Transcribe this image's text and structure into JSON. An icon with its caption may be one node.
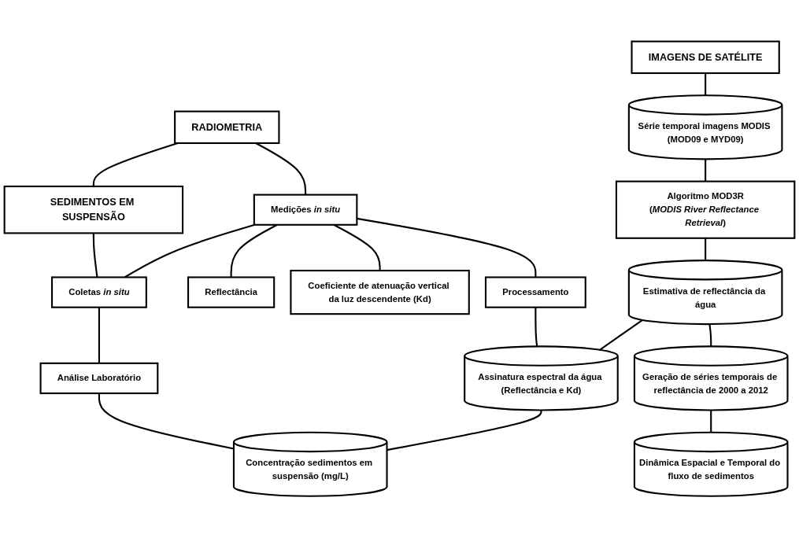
{
  "diagram": {
    "nodes": [
      {
        "text": [
          "IMAGENS DE SATÉLITE"
        ]
      },
      {
        "text": [
          "RADIOMETRIA"
        ]
      },
      {
        "text": [
          "SEDIMENTOS EM SUSPENSÃO"
        ]
      },
      {
        "text": [
          "Série temporal imagens MODIS (MOD09 e MYD09)"
        ]
      },
      {
        "text": [
          "Medições *in situ*"
        ]
      },
      {
        "text": [
          "Coletas *in situ*"
        ]
      },
      {
        "text": [
          "Reflectância"
        ]
      },
      {
        "text": [
          "Coeficiente de atenuação vertical da luz descendente (Kd)"
        ]
      },
      {
        "text": [
          "Algoritmo MOD3R",
          "(*MODIS River Reflectance Retrieval*)"
        ]
      },
      {
        "text": [
          "Processamento"
        ]
      },
      {
        "text": [
          "Análise Laboratório"
        ]
      },
      {
        "text": [
          "Estimativa de reflectância da água"
        ]
      },
      {
        "text": [
          "Assinatura espectral da água (Reflectância e Kd)"
        ]
      },
      {
        "text": [
          "Concentração sedimentos em suspensão (mg/L)"
        ]
      },
      {
        "text": [
          "Geração de séries temporais de reflectância de 2000 a 2012"
        ]
      },
      {
        "text": [
          "Dinâmica Espacial e Temporal do fluxo de sedimentos"
        ]
      }
    ],
    "edges": [
      {
        "from": 0,
        "to": 3,
        "arrow": "none"
      },
      {
        "from": 1,
        "to": 2,
        "arrow": "none"
      },
      {
        "from": 1,
        "to": 4,
        "arrow": "none"
      },
      {
        "from": 2,
        "to": 5,
        "arrow": "none"
      },
      {
        "from": 4,
        "to": 5,
        "arrow": "none"
      },
      {
        "from": 4,
        "to": 6,
        "arrow": "none"
      },
      {
        "from": 4,
        "to": 7,
        "arrow": "none"
      },
      {
        "from": 4,
        "to": 9,
        "arrow": "none"
      },
      {
        "from": 3,
        "to": 8,
        "arrow": "none"
      },
      {
        "from": 5,
        "to": 10,
        "arrow": "none"
      },
      {
        "from": 8,
        "to": 11,
        "arrow": "none"
      },
      {
        "from": 9,
        "to": 12,
        "arrow": "none"
      },
      {
        "from": 10,
        "to": 13,
        "arrow": "none"
      },
      {
        "from": 11,
        "to": 12,
        "arrow": "none"
      },
      {
        "from": 12,
        "to": 13,
        "arrow": "none"
      },
      {
        "from": 11,
        "to": 14,
        "arrow": "none"
      },
      {
        "from": 14,
        "to": 15,
        "arrow": "none"
      }
    ]
  }
}
